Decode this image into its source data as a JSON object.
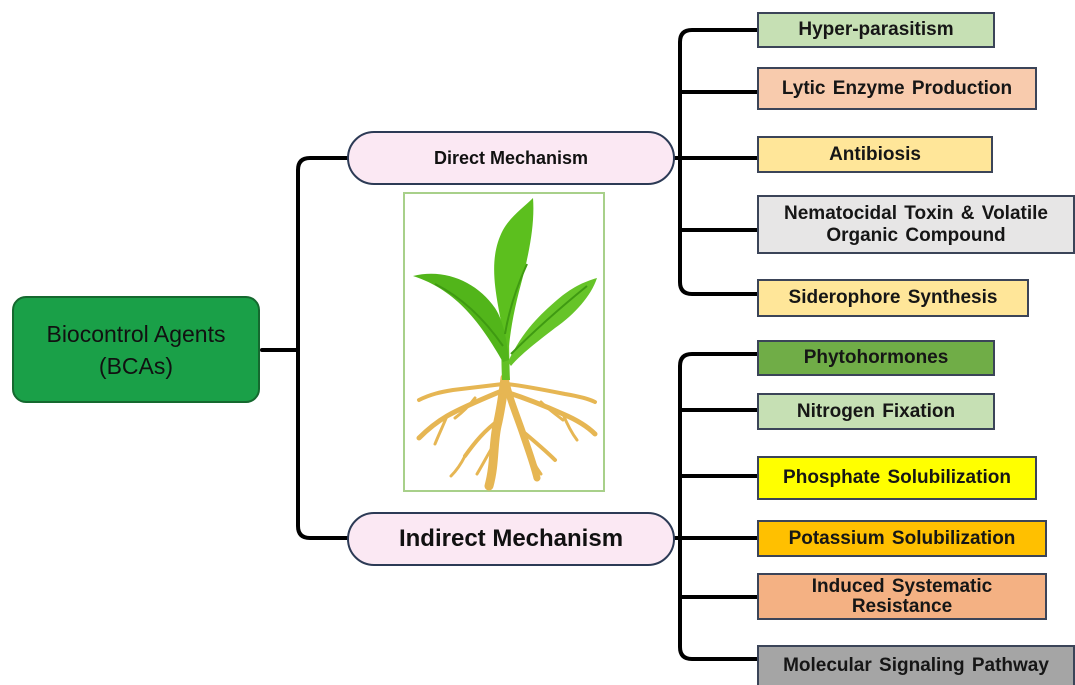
{
  "root": {
    "label": "Biocontrol Agents\n(BCAs)",
    "color": "#1aa048"
  },
  "direct": {
    "label": "Direct Mechanism",
    "items": [
      {
        "label": "Hyper-parasitism",
        "color": "#c6e0b4"
      },
      {
        "label": "Lytic Enzyme Production",
        "color": "#f8cbad"
      },
      {
        "label": "Antibiosis",
        "color": "#ffe699"
      },
      {
        "label": "Nematocidal Toxin & Volatile Organic Compound",
        "color": "#e7e6e6"
      },
      {
        "label": "Siderophore Synthesis",
        "color": "#ffe699"
      }
    ]
  },
  "indirect": {
    "label": "Indirect Mechanism",
    "items": [
      {
        "label": "Phytohormones",
        "color": "#70ad47"
      },
      {
        "label": "Nitrogen Fixation",
        "color": "#c6e0b4"
      },
      {
        "label": "Phosphate Solubilization",
        "color": "#ffff00"
      },
      {
        "label": "Potassium Solubilization",
        "color": "#ffc000"
      },
      {
        "label": "Induced Systematic Resistance",
        "color": "#f4b183"
      },
      {
        "label": "Molecular Signaling Pathway",
        "color": "#a5a5a5"
      }
    ]
  },
  "illustration": {
    "icon": "plant-with-roots-icon",
    "leaf_color": "#5cbf1e",
    "root_color": "#e6b653"
  }
}
